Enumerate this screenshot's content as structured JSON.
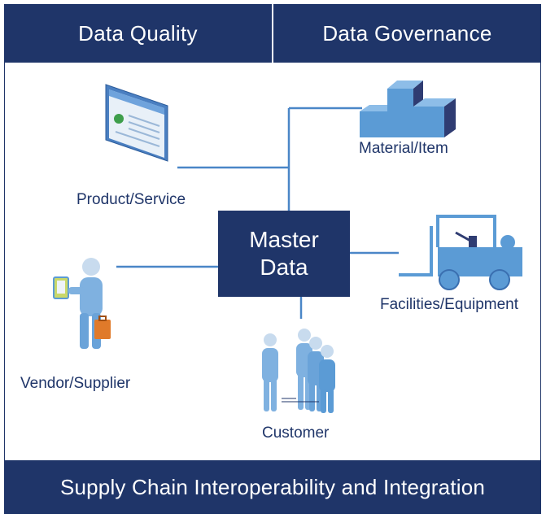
{
  "header": {
    "left_label": "Data Quality",
    "right_label": "Data Governance"
  },
  "center": {
    "line1": "Master",
    "line2": "Data"
  },
  "nodes": {
    "product": "Product/Service",
    "material": "Material/Item",
    "facilities": "Facilities/Equipment",
    "vendor": "Vendor/Supplier",
    "customer": "Customer"
  },
  "footer": {
    "label": "Supply Chain Interoperability and Integration"
  },
  "colors": {
    "navy": "#1f3569",
    "connector": "#4a86c7",
    "illustration_blue": "#5b9bd5"
  },
  "icons": {
    "product": "browser-window-icon",
    "material": "blocks-icon",
    "facilities": "forklift-icon",
    "vendor": "person-with-briefcase-icon",
    "customer": "group-of-people-icon"
  }
}
